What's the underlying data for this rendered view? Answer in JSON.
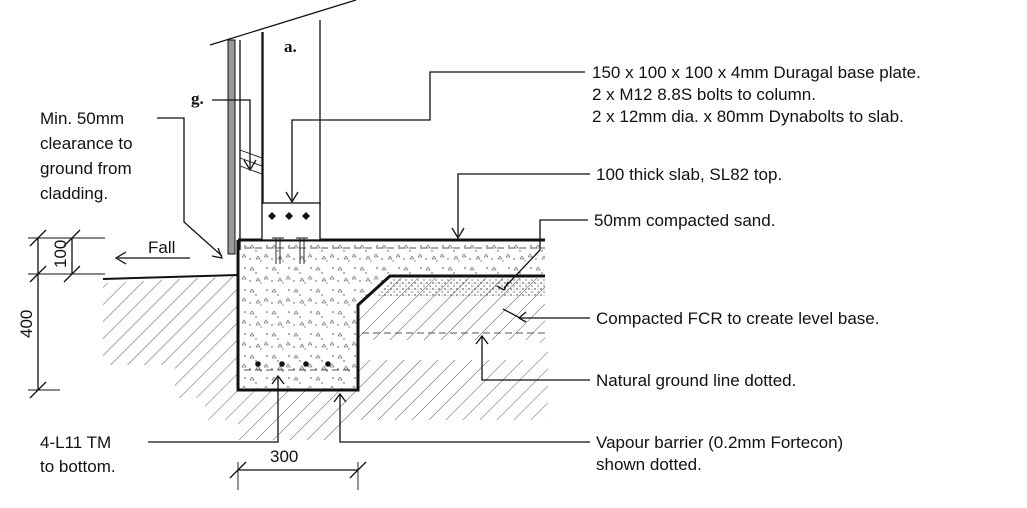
{
  "labels": {
    "base_plate_1": "150 x 100 x 100 x 4mm Duragal base plate.",
    "base_plate_2": "2 x M12 8.8S bolts to column.",
    "base_plate_3": "2 x 12mm dia. x 80mm Dynabolts to slab.",
    "slab": "100 thick slab, SL82 top.",
    "sand": "50mm compacted sand.",
    "fcr": "Compacted FCR to create level base.",
    "ground": "Natural ground line dotted.",
    "vapour_1": "Vapour barrier (0.2mm Fortecon)",
    "vapour_2": "shown dotted.",
    "clearance_1": "Min. 50mm",
    "clearance_2": "clearance to",
    "clearance_3": "ground from",
    "clearance_4": "cladding.",
    "reo_1": "4-L11 TM",
    "reo_2": "to bottom.",
    "fall": "Fall",
    "tag_a": "a.",
    "tag_g": "g."
  },
  "dimensions": {
    "d100": "100",
    "d400": "400",
    "d300": "300"
  }
}
